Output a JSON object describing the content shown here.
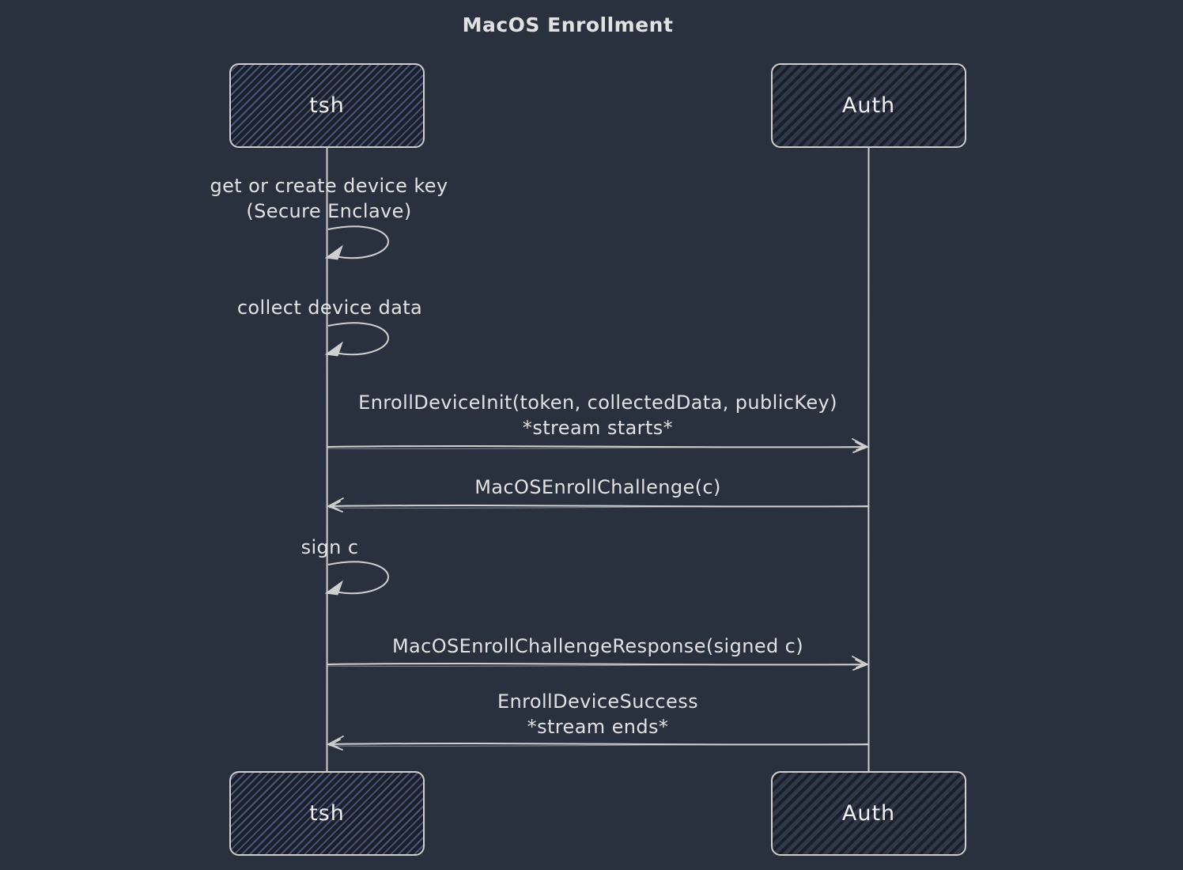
{
  "title": "MacOS Enrollment",
  "actors": [
    {
      "label": "tsh"
    },
    {
      "label": "Auth"
    }
  ],
  "loops": [
    {
      "lines": [
        "get or create device key",
        "(Secure Enclave)"
      ]
    },
    {
      "lines": [
        "collect device data"
      ]
    },
    {
      "lines": [
        "sign c"
      ]
    }
  ],
  "messages": [
    {
      "from": "tsh",
      "to": "Auth",
      "direction": "right",
      "lines": [
        "EnrollDeviceInit(token, collectedData, publicKey)",
        "*stream starts*"
      ]
    },
    {
      "from": "Auth",
      "to": "tsh",
      "direction": "left",
      "lines": [
        "MacOSEnrollChallenge(c)"
      ]
    },
    {
      "from": "tsh",
      "to": "Auth",
      "direction": "right",
      "lines": [
        "MacOSEnrollChallengeResponse(signed c)"
      ]
    },
    {
      "from": "Auth",
      "to": "tsh",
      "direction": "left",
      "lines": [
        "EnrollDeviceSuccess",
        "*stream ends*"
      ]
    }
  ],
  "colors": {
    "background": "#29303e",
    "stroke": "#cfcfcf",
    "text": "#e2e2e2",
    "tsh_box_fill": "#1c202a",
    "tsh_box_hatch": "#47567a",
    "auth_box_fill": "#303949",
    "auth_box_hatch": "#1a1f29"
  }
}
